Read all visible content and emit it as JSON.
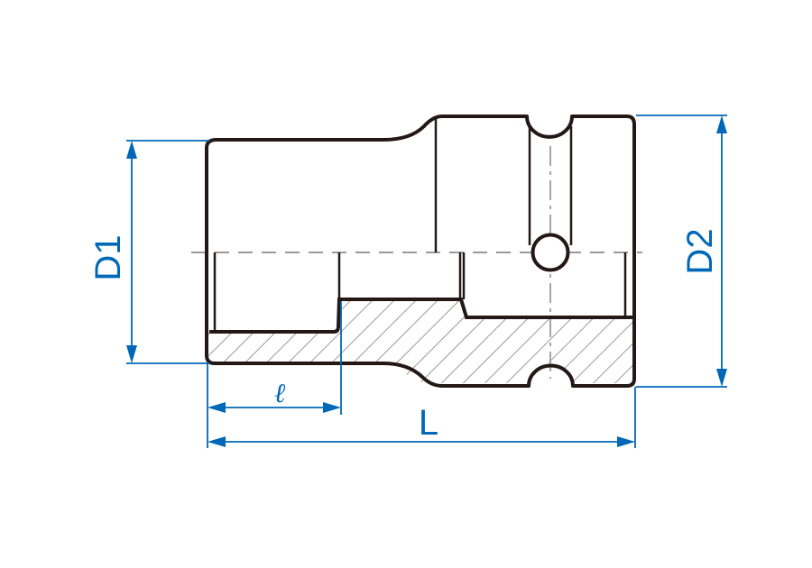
{
  "labels": {
    "d1": "D1",
    "d2": "D2",
    "small_l": "ℓ",
    "big_l": "L"
  },
  "colors": {
    "outline": "#231815",
    "dimension": "#0068b7",
    "centerline": "#9a9a9a",
    "hatch": "#9a9a9a"
  }
}
